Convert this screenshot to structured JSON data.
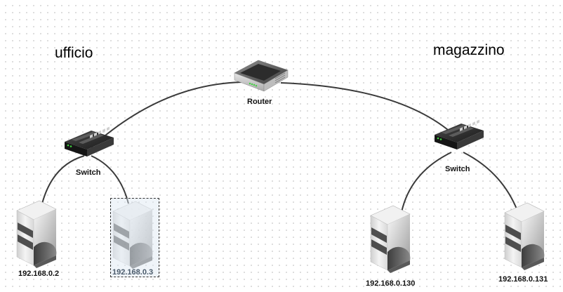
{
  "areas": {
    "left": "ufficio",
    "right": "magazzino"
  },
  "nodes": {
    "router": {
      "label": "Router",
      "icon": "router-icon"
    },
    "switch_left": {
      "label": "Switch",
      "icon": "switch-icon"
    },
    "switch_right": {
      "label": "Switch",
      "icon": "switch-icon"
    },
    "server_1": {
      "label": "192.168.0.2",
      "icon": "server-icon"
    },
    "server_2": {
      "label": "192.168.0.3",
      "icon": "server-icon",
      "selected": true
    },
    "server_3": {
      "label": "192.168.0.130",
      "icon": "server-icon"
    },
    "server_4": {
      "label": "192.168.0.131",
      "icon": "server-icon"
    }
  },
  "colors": {
    "link": "#3a3a3a",
    "device_dark": "#2b2b2b",
    "server_light": "#e8e8e8",
    "server_dark": "#555555",
    "selection_fill": "#dce6f2"
  }
}
